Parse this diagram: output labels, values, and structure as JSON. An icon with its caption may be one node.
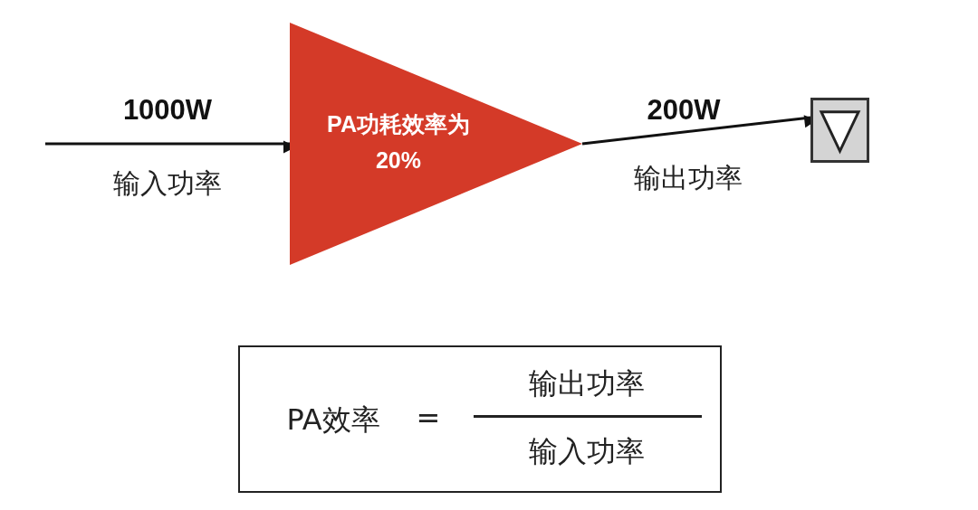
{
  "diagram": {
    "nodes": [
      {
        "text": [
          "PA功耗效率为20%"
        ]
      },
      {
        "text": [],
        "shape": "box"
      },
      {
        "text": [
          "PA效率",
          "=",
          "输出功率",
          "输入功率"
        ]
      }
    ],
    "edges": [
      {
        "from": null,
        "to": 0,
        "arrow": "to",
        "label": "1000W"
      },
      {
        "from": 0,
        "to": 1,
        "arrow": "to",
        "label": "200W"
      }
    ],
    "labels": [
      "输入功率",
      "输出功率"
    ]
  }
}
